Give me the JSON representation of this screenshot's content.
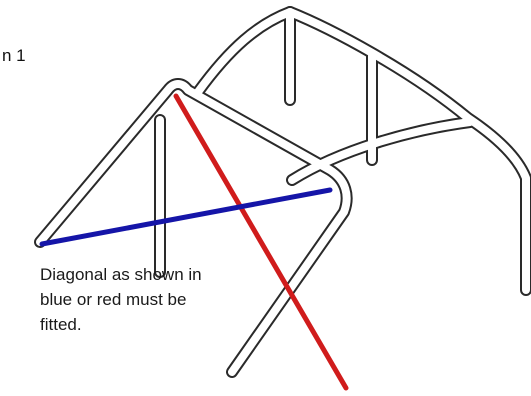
{
  "figure": {
    "label": "n 1"
  },
  "caption": {
    "lines": [
      "Diagonal as shown in",
      "blue or red must be",
      "fitted."
    ]
  },
  "colors": {
    "blue_diagonal": "#1515a8",
    "red_diagonal": "#d01c1c",
    "tube_outline": "#2a2a2a",
    "tube_fill": "#ffffff"
  }
}
